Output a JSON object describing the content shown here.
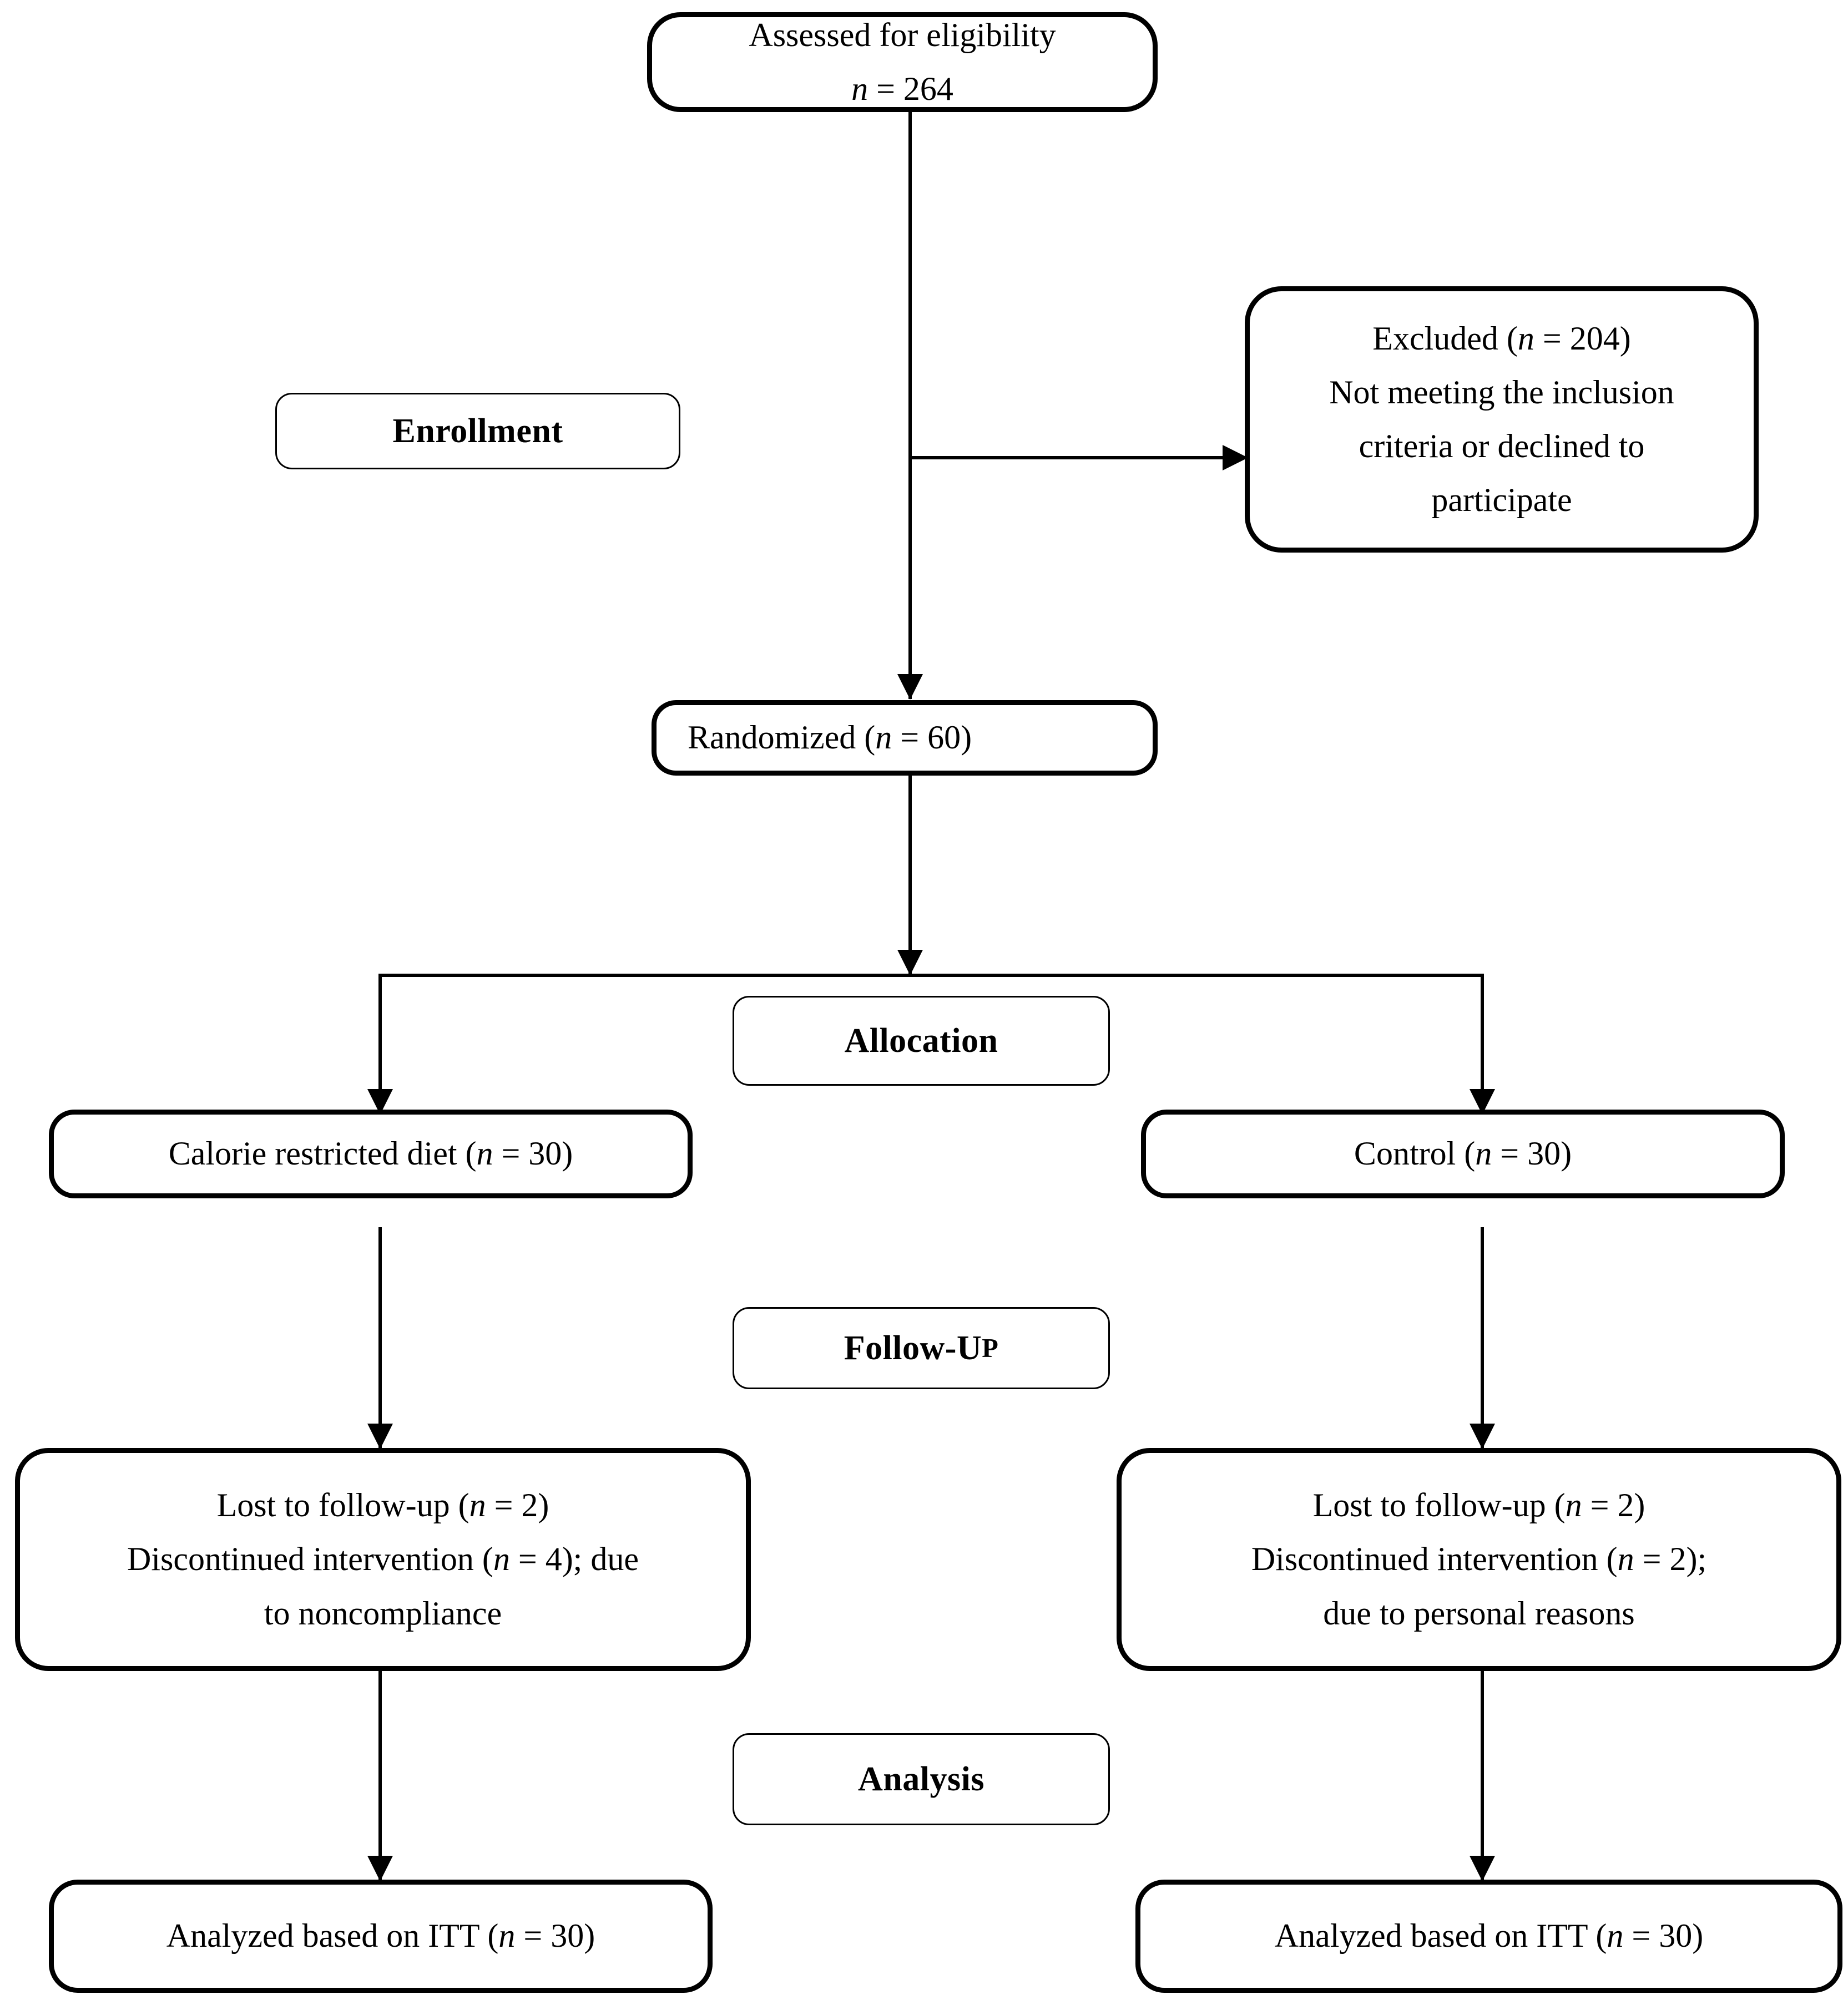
{
  "diagram": {
    "type": "CONSORT participant flow diagram",
    "stages": [
      {
        "id": "enrollment",
        "label": "Enrollment"
      },
      {
        "id": "allocation",
        "label": "Allocation"
      },
      {
        "id": "followup",
        "label_main": "Follow-U",
        "label_smallcaps": "p"
      },
      {
        "id": "analysis",
        "label": "Analysis"
      }
    ],
    "nodes": {
      "assessed": {
        "lines": [
          "Assessed for eligibility",
          "n = 264"
        ],
        "line1": "Assessed for eligibility",
        "line2_pre": "",
        "line2_n": "n",
        "line2_post": " = 264",
        "n_value": 264
      },
      "excluded": {
        "line1_pre": "Excluded (",
        "line1_n": "n",
        "line1_post": " = 204)",
        "line2": "Not meeting the inclusion",
        "line3": "criteria or declined to",
        "line4": "participate",
        "n_value": 204
      },
      "randomized": {
        "pre": "Randomized (",
        "n": "n",
        "post": " = 60)",
        "n_value": 60
      },
      "alloc_left": {
        "pre": "Calorie restricted diet (",
        "n": "n",
        "post": " = 30)",
        "n_value": 30
      },
      "alloc_right": {
        "pre": "Control (",
        "n": "n",
        "post": " = 30)",
        "n_value": 30
      },
      "followup_left": {
        "l1_pre": "Lost to follow-up (",
        "l1_n": "n",
        "l1_post": " = 2)",
        "l2_pre": "Discontinued intervention (",
        "l2_n": "n",
        "l2_post": " = 4); due",
        "l3": "to noncompliance",
        "lost_n": 2,
        "discontinued_n": 4
      },
      "followup_right": {
        "l1_pre": "Lost to follow-up (",
        "l1_n": "n",
        "l1_post": " = 2)",
        "l2_pre": "Discontinued intervention (",
        "l2_n": "n",
        "l2_post": " = 2);",
        "l3": "due to personal reasons",
        "lost_n": 2,
        "discontinued_n": 2
      },
      "analyzed_left": {
        "pre": "Analyzed based on ITT (",
        "n": "n",
        "post": " = 30)",
        "n_value": 30
      },
      "analyzed_right": {
        "pre": "Analyzed based on ITT (",
        "n": "n",
        "post": " = 30)",
        "n_value": 30
      }
    },
    "colors": {
      "stroke": "#000000",
      "background": "#ffffff",
      "text": "#000000"
    }
  }
}
